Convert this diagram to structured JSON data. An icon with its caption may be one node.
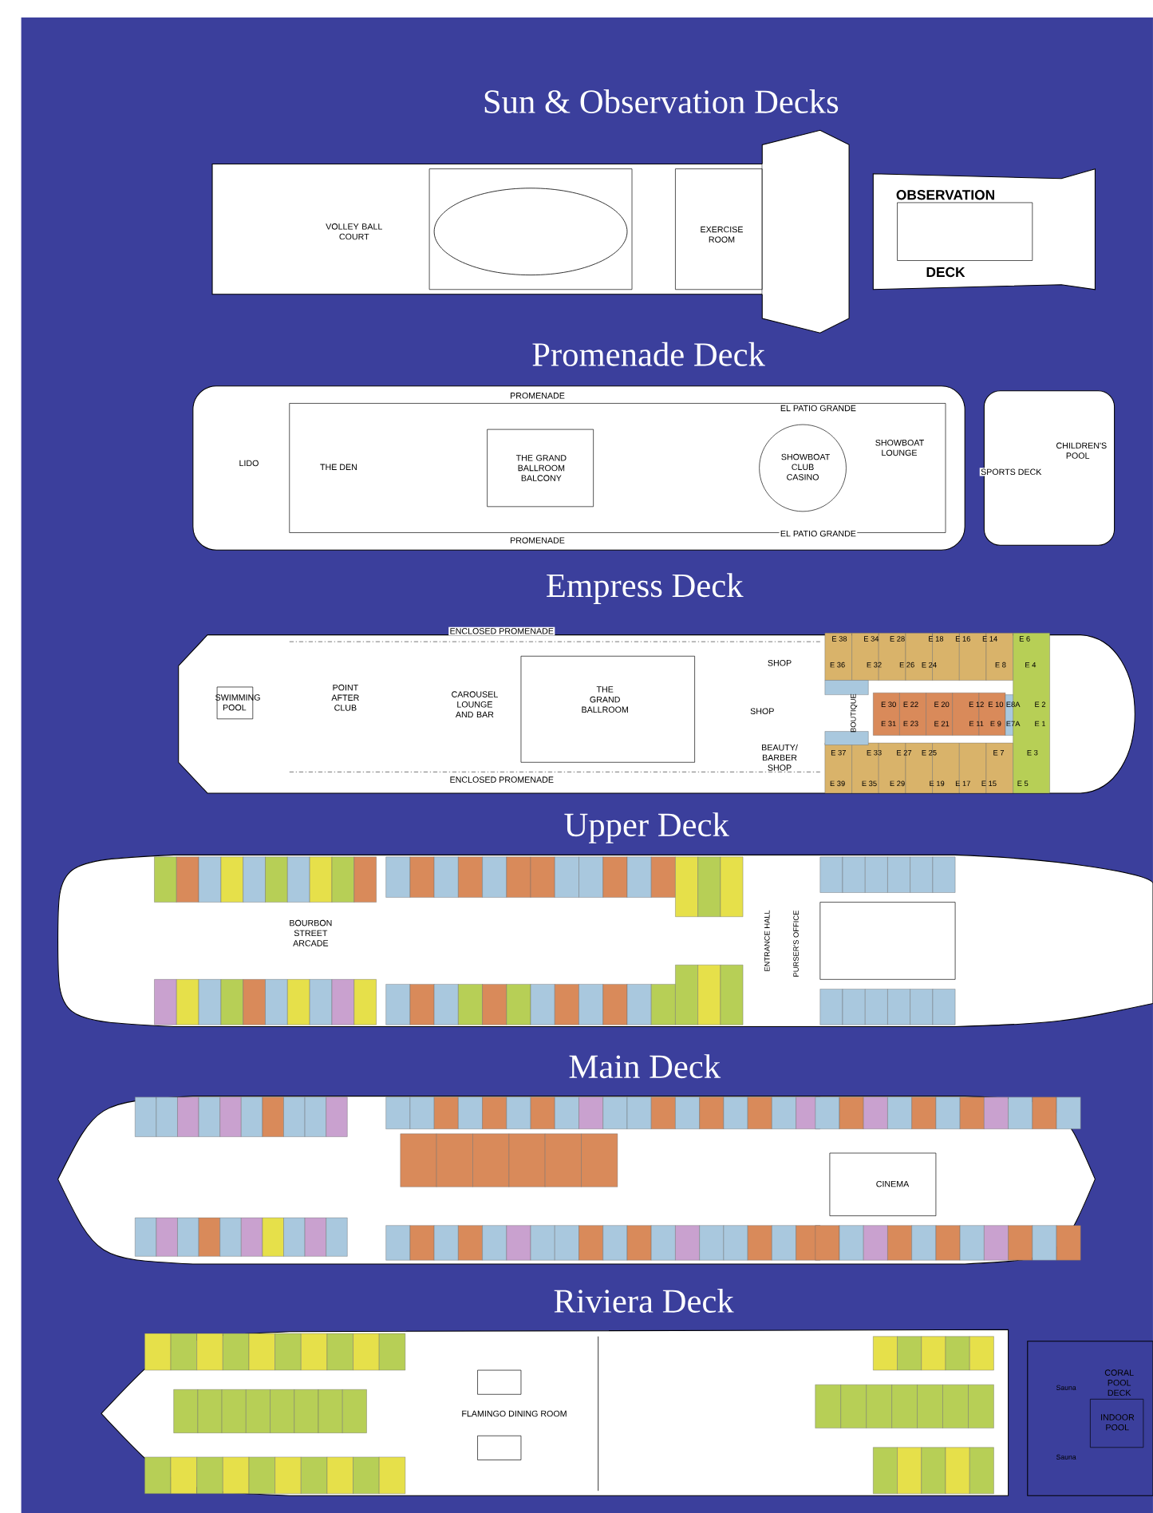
{
  "diagram": {
    "labels": [
      "Sun & Observation Decks",
      "VOLLEY BALL COURT",
      "EXERCISE ROOM",
      "OBSERVATION",
      "DECK",
      "Promenade Deck",
      "PROMENADE",
      "EL PATIO GRANDE",
      "LIDO",
      "THE DEN",
      "THE GRAND BALLROOM BALCONY",
      "SHOWBOAT CLUB CASINO",
      "SHOWBOAT LOUNGE",
      "CHILDREN'S POOL",
      "SPORTS DECK",
      "PROMENADE",
      "EL PATIO GRANDE",
      "Empress Deck",
      "ENCLOSED PROMENADE",
      "SWIMMING POOL",
      "POINT AFTER CLUB",
      "CAROUSEL LOUNGE AND BAR",
      "THE GRAND BALLROOM",
      "SHOP",
      "SHOP",
      "BOUTIQUE",
      "BEAUTY/ BARBER SHOP",
      "ENCLOSED PROMENADE",
      "E 38",
      "E 34",
      "E 28",
      "E 18",
      "E 16",
      "E 14",
      "E 6",
      "E 36",
      "E 32",
      "E 26",
      "E 24",
      "E 8",
      "E 4",
      "E 30",
      "E 22",
      "E 20",
      "E 12",
      "E 10",
      "E8A",
      "E 2",
      "E 31",
      "E 23",
      "E 21",
      "E 11",
      "E 9",
      "E7A",
      "E 1",
      "E 37",
      "E 33",
      "E 27",
      "E 25",
      "E 7",
      "E 3",
      "E 39",
      "E 35",
      "E 29",
      "E 19",
      "E 17",
      "E 15",
      "E 5",
      "Upper Deck",
      "BOURBON STREET ARCADE",
      "ENTRANCE HALL",
      "PURSER'S OFFICE",
      "Main Deck",
      "CINEMA",
      "Riviera Deck",
      "FLAMINGO DINING ROOM",
      "CORAL POOL DECK",
      "INDOOR POOL",
      "Sauna",
      "Sauna"
    ]
  }
}
